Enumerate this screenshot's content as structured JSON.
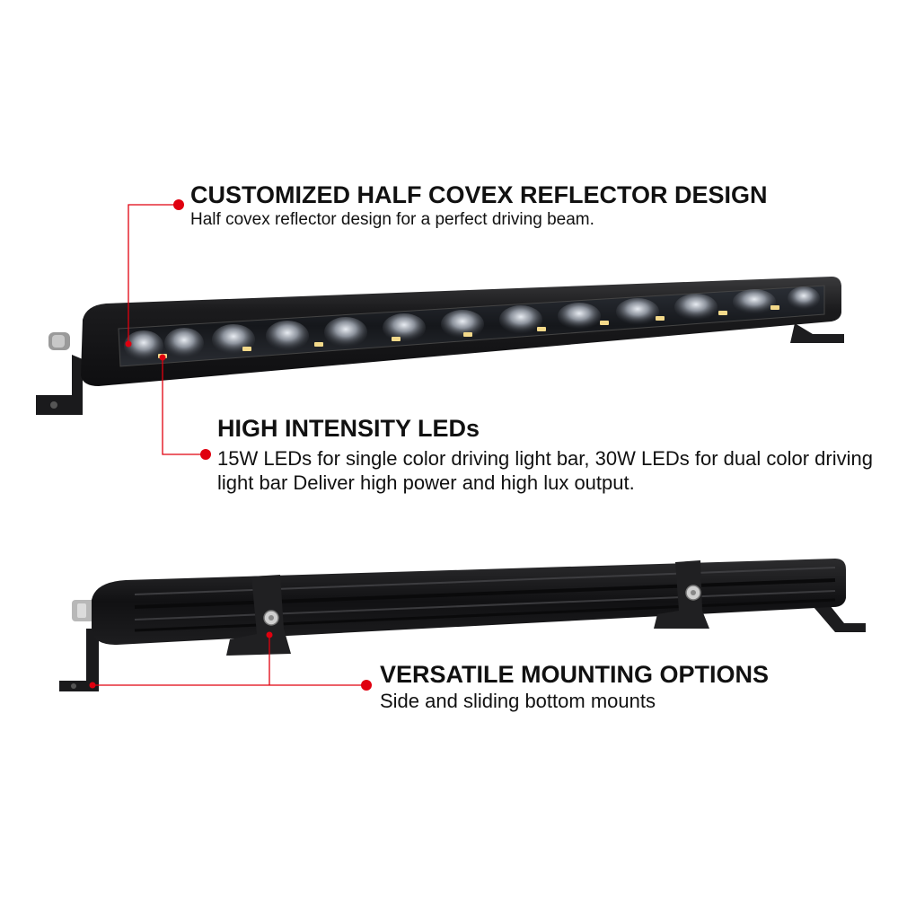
{
  "colors": {
    "accent": "#e0000f",
    "bar_body": "#1a1a1c",
    "text": "#111111",
    "background": "#ffffff"
  },
  "features": {
    "reflector": {
      "title": "CUSTOMIZED HALF COVEX REFLECTOR DESIGN",
      "description": "Half covex reflector design for a perfect driving beam."
    },
    "leds": {
      "title": "HIGH INTENSITY LEDs",
      "description": "15W LEDs for single color driving light bar, 30W LEDs for dual color driving light bar Deliver high power and high lux output."
    },
    "mounting": {
      "title": "VERSATILE MOUNTING OPTIONS",
      "description": "Side and sliding bottom mounts"
    }
  },
  "images": {
    "front": "led-light-bar-front-view",
    "back": "led-light-bar-rear-view"
  }
}
